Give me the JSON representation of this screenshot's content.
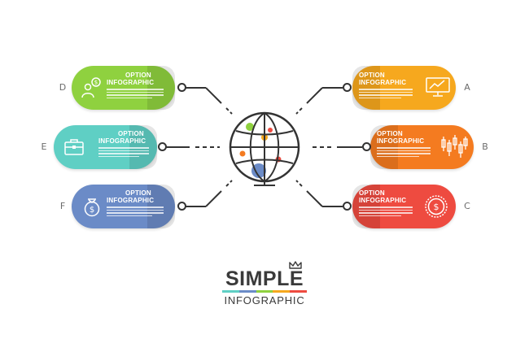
{
  "cards": [
    {
      "id": "a",
      "letter": "A",
      "title_line1": "OPTION",
      "title_line2": "INFOGRAPHIC",
      "color": "#f6a81e",
      "icon": "monitor-chart-icon"
    },
    {
      "id": "b",
      "letter": "B",
      "title_line1": "OPTION",
      "title_line2": "INFOGRAPHIC",
      "color": "#f47b20",
      "icon": "candlestick-chart-icon"
    },
    {
      "id": "c",
      "letter": "C",
      "title_line1": "OPTION",
      "title_line2": "INFOGRAPHIC",
      "color": "#ee4b40",
      "icon": "dollar-coin-icon"
    },
    {
      "id": "d",
      "letter": "D",
      "title_line1": "OPTION",
      "title_line2": "INFOGRAPHIC",
      "color": "#8fd13f",
      "icon": "person-dollar-bubble-icon"
    },
    {
      "id": "e",
      "letter": "E",
      "title_line1": "OPTION",
      "title_line2": "INFOGRAPHIC",
      "color": "#5fcfc4",
      "icon": "briefcase-icon"
    },
    {
      "id": "f",
      "letter": "F",
      "title_line1": "OPTION",
      "title_line2": "INFOGRAPHIC",
      "color": "#6b8bc7",
      "icon": "money-bag-icon"
    }
  ],
  "center": {
    "icon": "globe-icon",
    "line_color": "#333333"
  },
  "footer": {
    "title": "SIMPLE",
    "subtitle": "INFOGRAPHIC",
    "icon": "crown-icon",
    "bar_colors": [
      "#5fcfc4",
      "#6b8bc7",
      "#8fd13f",
      "#f6a81e",
      "#ee4b40"
    ]
  }
}
